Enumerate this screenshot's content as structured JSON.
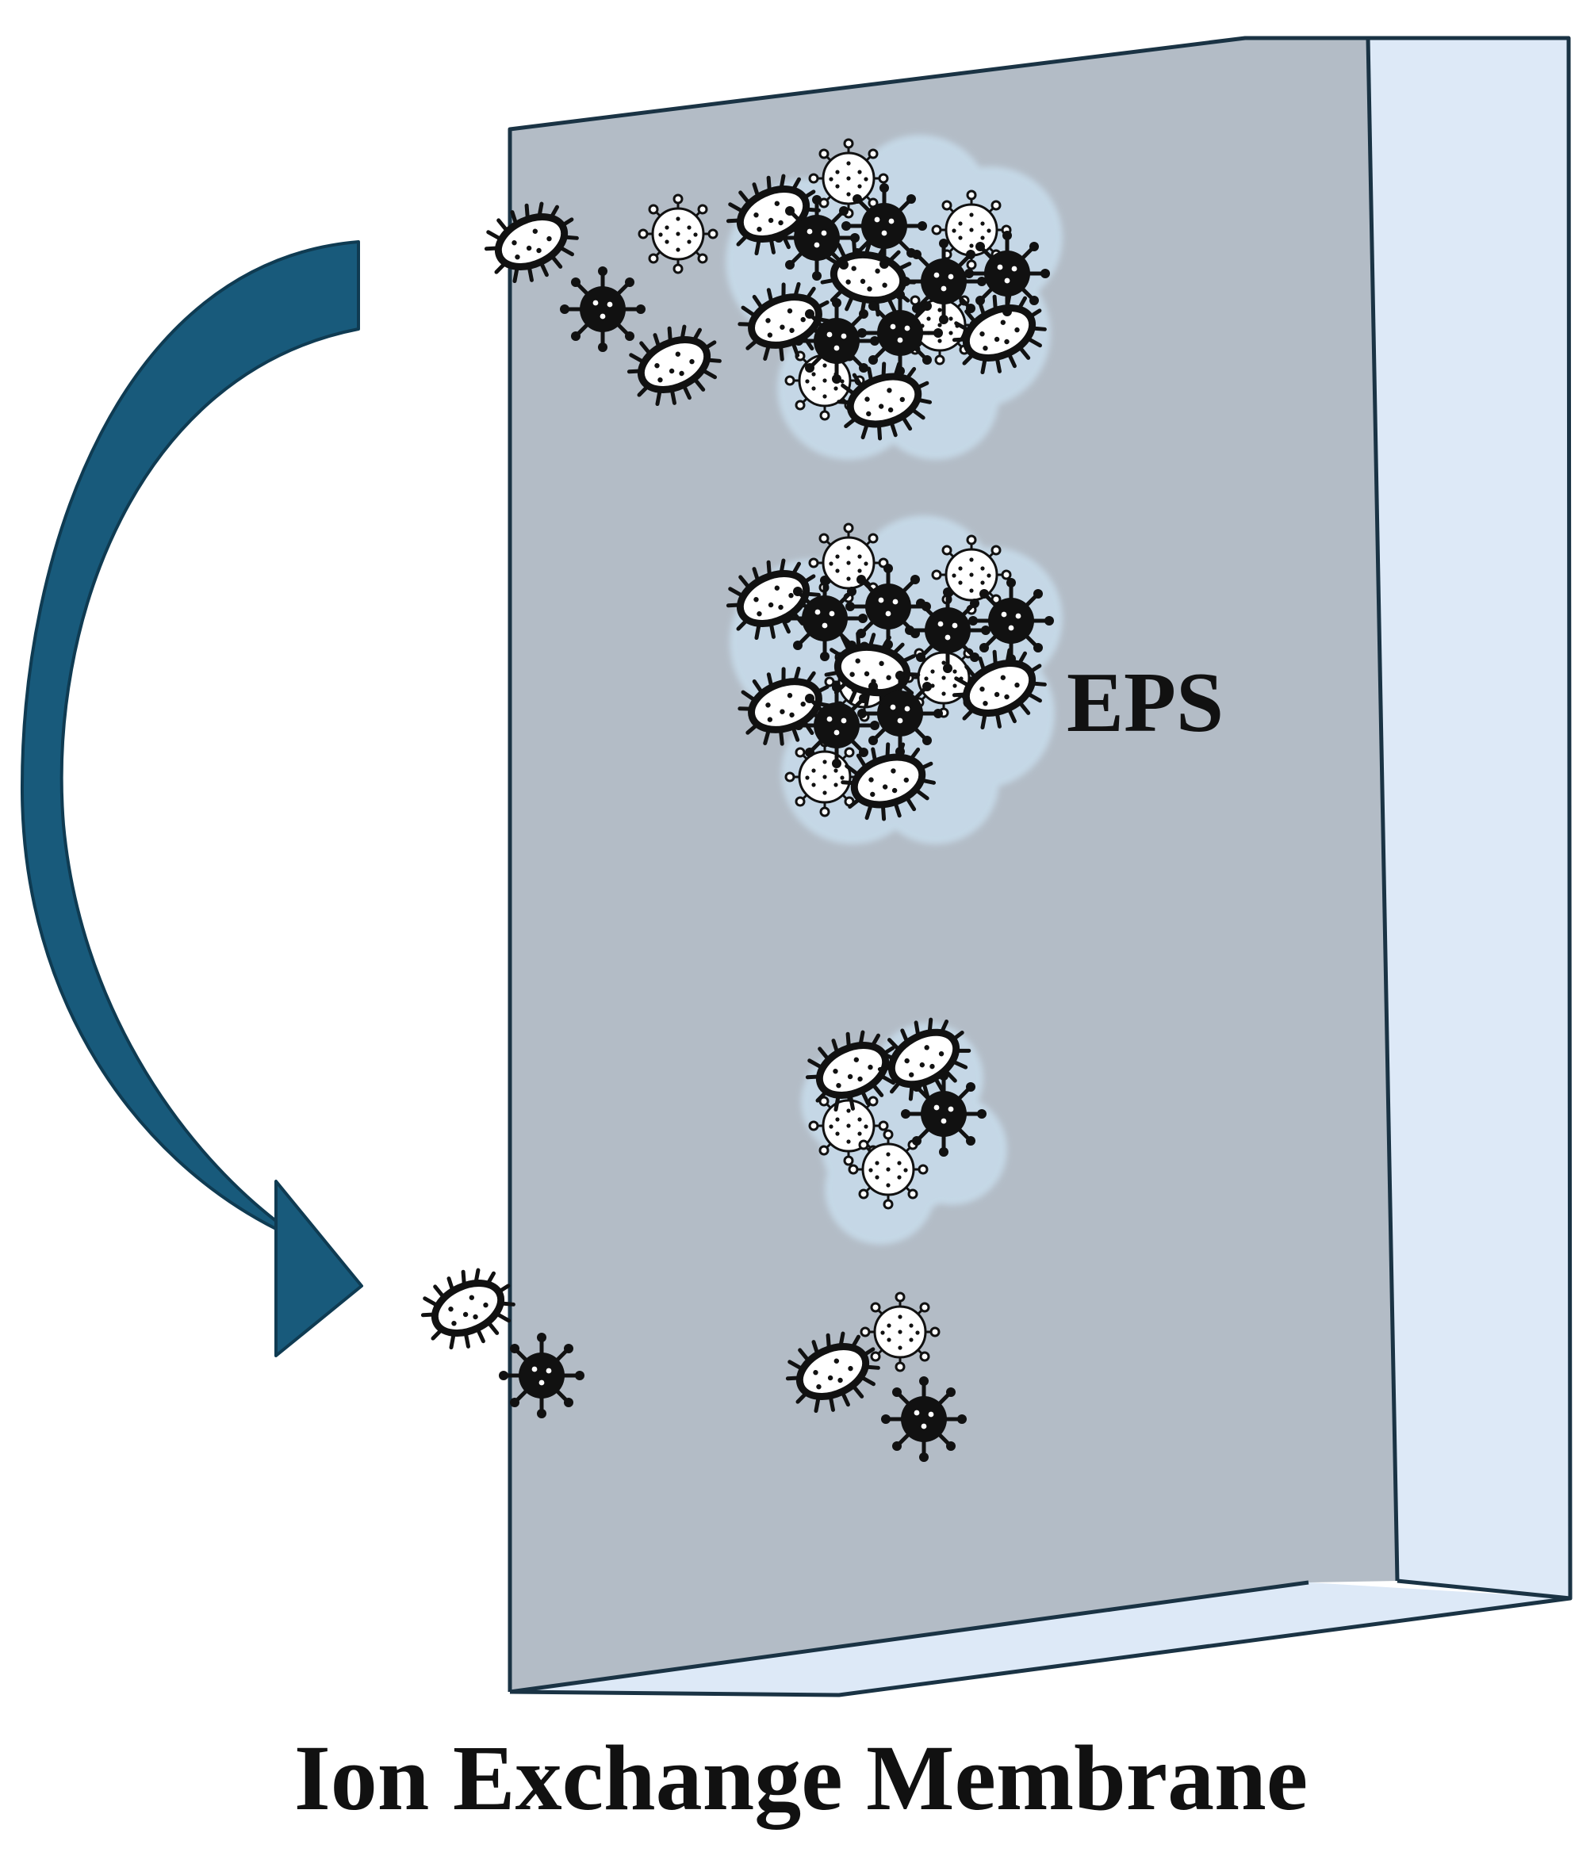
{
  "labels": {
    "eps": "EPS",
    "membrane": "Ion Exchange Membrane"
  },
  "colors": {
    "membrane_face": "#b3bcc6",
    "membrane_edge": "#dde9f7",
    "outline": "#1a3344",
    "arrow": "#185a7b",
    "eps_matrix": "#c7dbea",
    "microbe": "#111111"
  },
  "icons": [
    "bacterium-icon",
    "virus-icon",
    "hollow-virus-icon",
    "eps-matrix"
  ]
}
